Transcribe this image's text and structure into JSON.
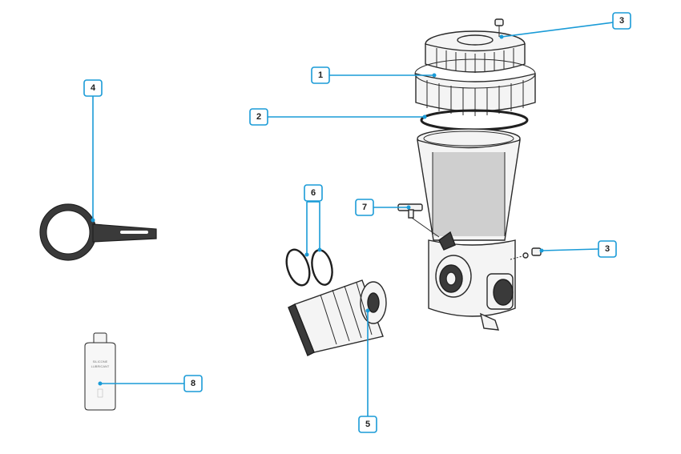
{
  "callouts": [
    {
      "id": "c1",
      "label": "1"
    },
    {
      "id": "c2",
      "label": "2"
    },
    {
      "id": "c3a",
      "label": "3"
    },
    {
      "id": "c3b",
      "label": "3"
    },
    {
      "id": "c4",
      "label": "4"
    },
    {
      "id": "c5",
      "label": "5"
    },
    {
      "id": "c6",
      "label": "6"
    },
    {
      "id": "c7",
      "label": "7"
    },
    {
      "id": "c8",
      "label": "8"
    }
  ],
  "bottle": {
    "line1": "SILICONE",
    "line2": "LUBRICANT"
  },
  "colors": {
    "accent": "#1a9bd7",
    "outline": "#2a2a2a"
  }
}
